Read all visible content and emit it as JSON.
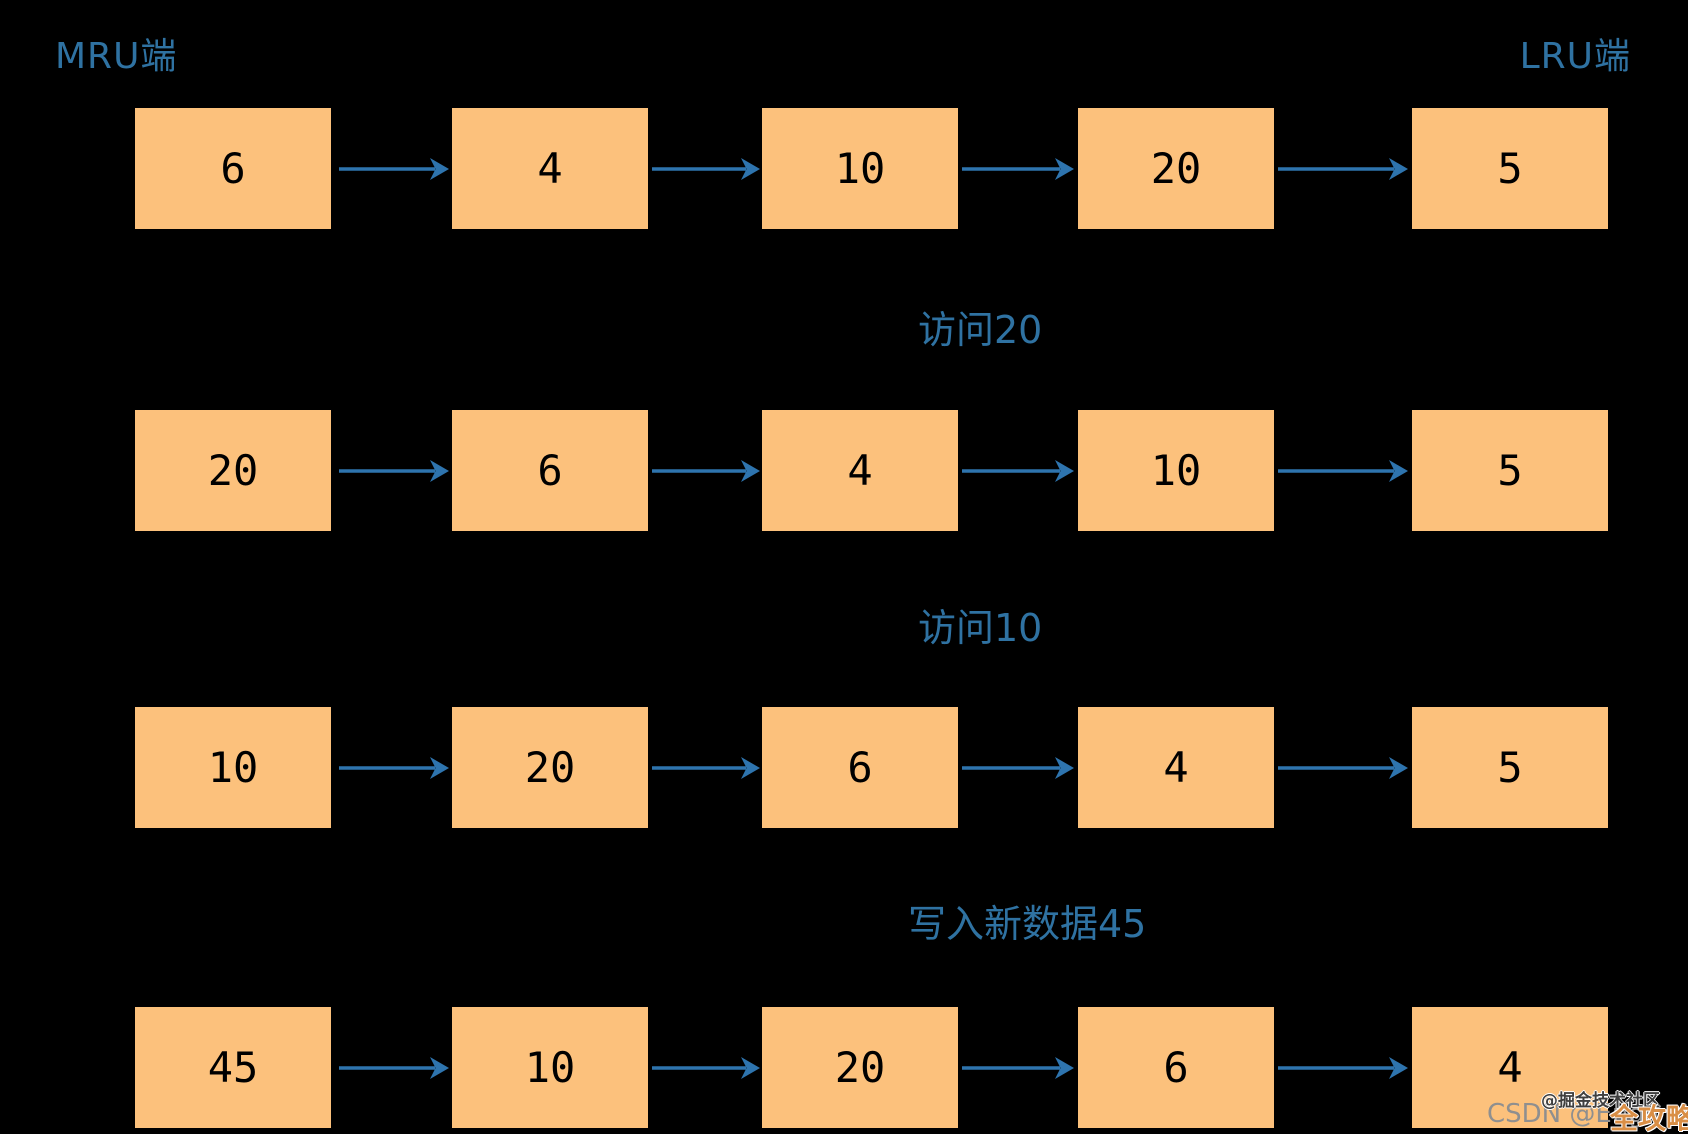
{
  "diagram": {
    "mru_label": "MRU端",
    "lru_label": "LRU端",
    "rows": [
      [
        "6",
        "4",
        "10",
        "20",
        "5"
      ],
      [
        "20",
        "6",
        "4",
        "10",
        "5"
      ],
      [
        "10",
        "20",
        "6",
        "4",
        "5"
      ],
      [
        "45",
        "10",
        "20",
        "6",
        "4"
      ]
    ],
    "captions": [
      "访问20",
      "访问10",
      "写入新数据45"
    ],
    "colors": {
      "background": "#000000",
      "node_fill": "#FCC17C",
      "arrow": "#2E74AE",
      "label_blue": "#2F72A2",
      "number": "#000000"
    }
  },
  "watermark": {
    "community": "@掘金技术社区",
    "csdn": "CSDN @Engli",
    "badge": "全攻略"
  }
}
